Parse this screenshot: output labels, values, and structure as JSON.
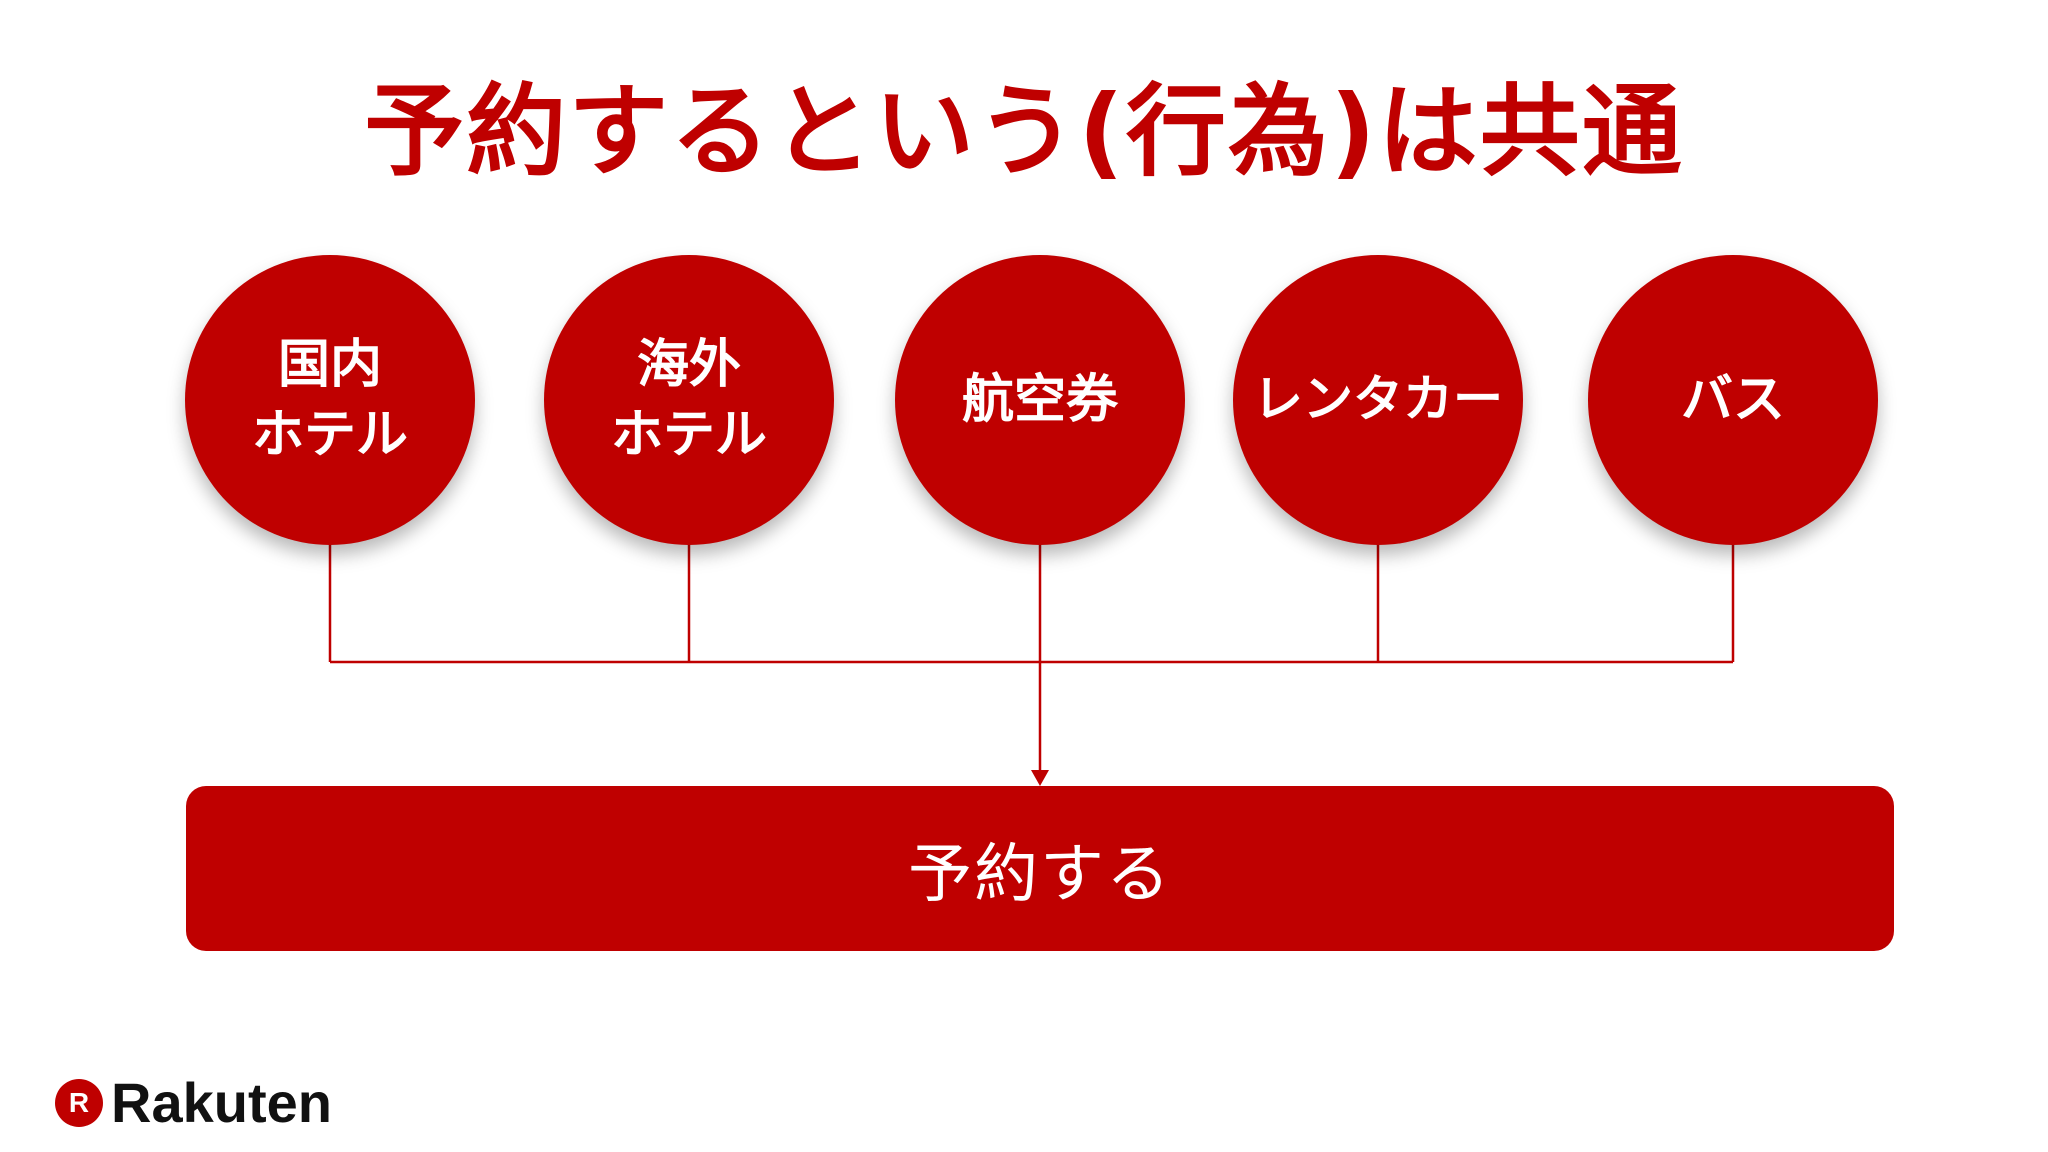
{
  "title": "予約するという(行為)は共通",
  "colors": {
    "accent": "#bf0000",
    "text_on_accent": "#ffffff"
  },
  "nodes": [
    {
      "lines": [
        "国内",
        "ホテル"
      ]
    },
    {
      "lines": [
        "海外",
        "ホテル"
      ]
    },
    {
      "lines": [
        "航空券"
      ]
    },
    {
      "lines": [
        "レンタカー"
      ]
    },
    {
      "lines": [
        "バス"
      ]
    }
  ],
  "target": {
    "label": "予約する"
  },
  "logo": {
    "mark": "R",
    "text": "Rakuten"
  }
}
